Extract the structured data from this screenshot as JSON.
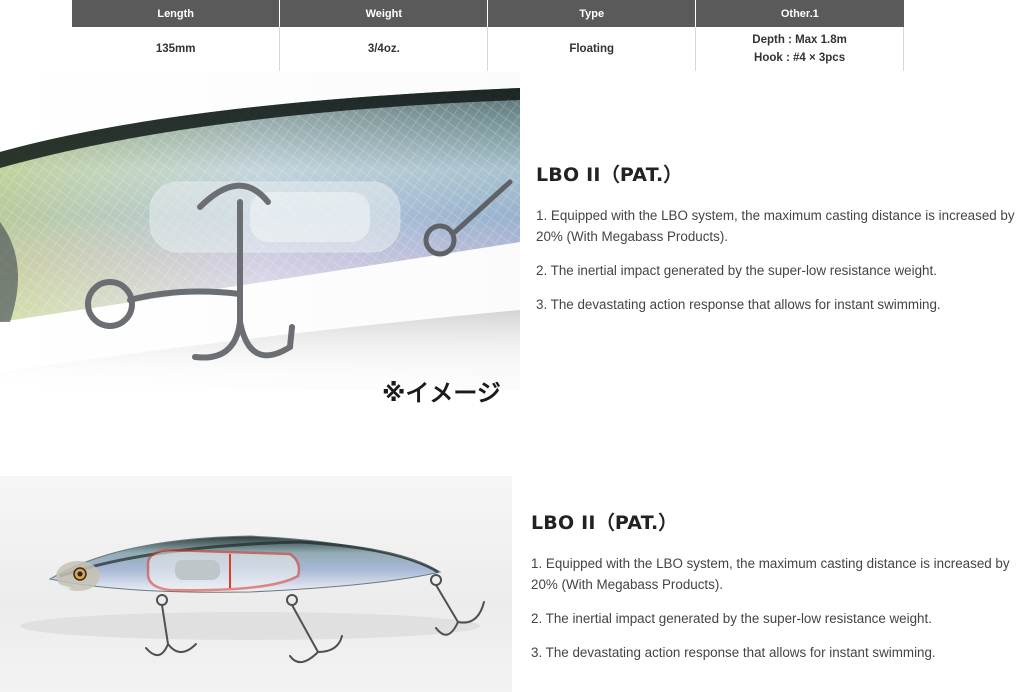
{
  "spec_table": {
    "headers": [
      "Length",
      "Weight",
      "Type",
      "Other.1"
    ],
    "row": {
      "length": "135mm",
      "weight": "3/4oz.",
      "type": "Floating",
      "other_lines": [
        "Depth : Max 1.8m",
        "Hook : #4 × 3pcs"
      ]
    }
  },
  "image_note": "※イメージ",
  "features": [
    {
      "title": "LBO II（PAT.）",
      "points": [
        "1. Equipped with the LBO system, the maximum casting distance is increased by 20% (With Megabass Products).",
        "2. The inertial impact generated by the super-low resistance weight.",
        "3. The devastating action response that allows for instant swimming."
      ]
    },
    {
      "title": "LBO II（PAT.）",
      "points": [
        "1. Equipped with the LBO system, the maximum casting distance is increased by 20% (With Megabass Products).",
        "2. The inertial impact generated by the super-low resistance weight.",
        "3. The devastating action response that allows for instant swimming."
      ]
    }
  ],
  "colors": {
    "table_header_bg": "#5a5a5a",
    "lure_back": "#2f4a45",
    "lure_side": "#9fb6c4",
    "lure_belly": "#e6e8f2",
    "highlight_outline": "#e03a2a"
  }
}
